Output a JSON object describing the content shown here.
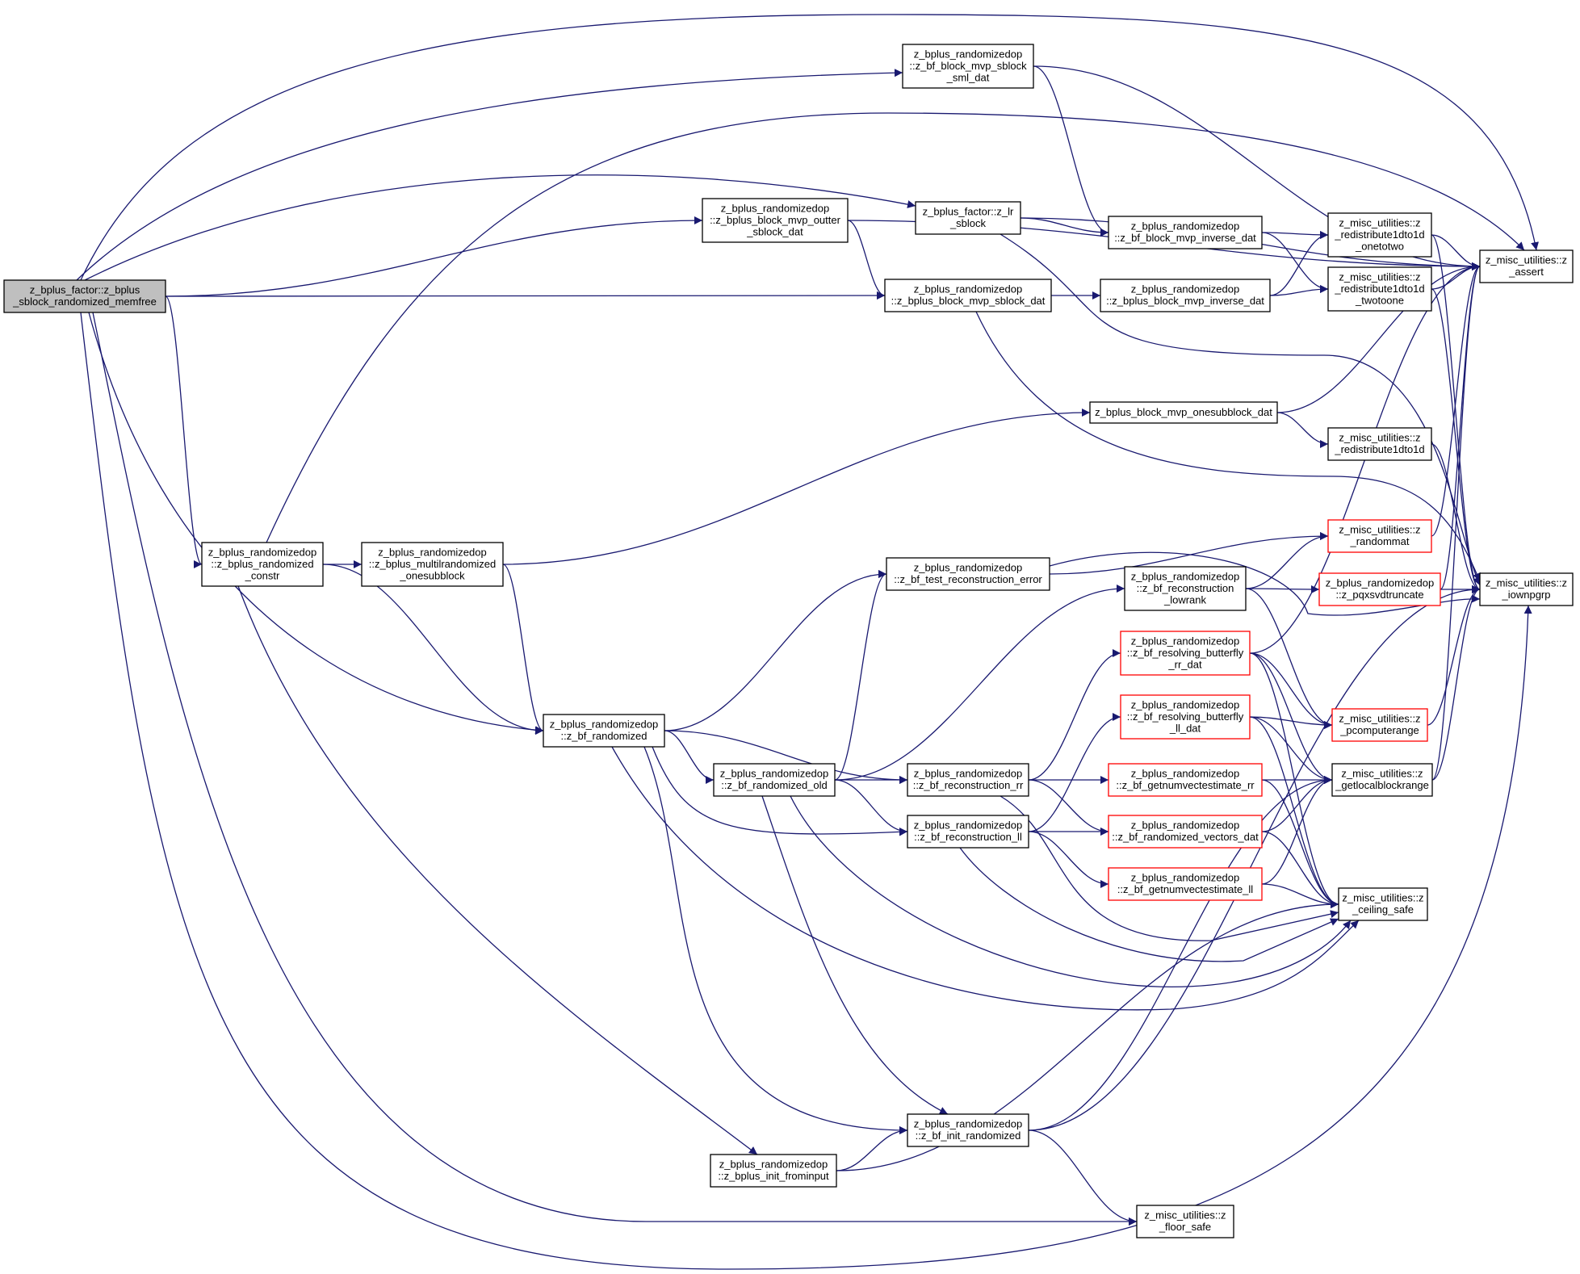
{
  "nodes": [
    {
      "id": "memfree",
      "lines": [
        "z_bplus_factor::z_bplus",
        "_sblock_randomized_memfree"
      ],
      "style": "root"
    },
    {
      "id": "sml",
      "lines": [
        "z_bplus_randomizedop",
        "::z_bf_block_mvp_sblock",
        "_sml_dat"
      ],
      "style": "normal"
    },
    {
      "id": "assert",
      "lines": [
        "z_misc_utilities::z",
        "_assert"
      ],
      "style": "normal"
    },
    {
      "id": "outter",
      "lines": [
        "z_bplus_randomizedop",
        "::z_bplus_block_mvp_outter",
        "_sblock_dat"
      ],
      "style": "normal"
    },
    {
      "id": "lr",
      "lines": [
        "z_bplus_factor::z_lr",
        "_sblock"
      ],
      "style": "normal"
    },
    {
      "id": "bfinv",
      "lines": [
        "z_bplus_randomizedop",
        "::z_bf_block_mvp_inverse_dat"
      ],
      "style": "normal"
    },
    {
      "id": "onetotwo",
      "lines": [
        "z_misc_utilities::z",
        "_redistribute1dto1d",
        "_onetotwo"
      ],
      "style": "normal"
    },
    {
      "id": "sblockdat",
      "lines": [
        "z_bplus_randomizedop",
        "::z_bplus_block_mvp_sblock_dat"
      ],
      "style": "normal"
    },
    {
      "id": "bpinv",
      "lines": [
        "z_bplus_randomizedop",
        "::z_bplus_block_mvp_inverse_dat"
      ],
      "style": "normal"
    },
    {
      "id": "twotoone",
      "lines": [
        "z_misc_utilities::z",
        "_redistribute1dto1d",
        "_twotoone"
      ],
      "style": "normal"
    },
    {
      "id": "onesub",
      "lines": [
        "z_bplus_block_mvp_onesubblock_dat"
      ],
      "style": "normal"
    },
    {
      "id": "redist",
      "lines": [
        "z_misc_utilities::z",
        "_redistribute1dto1d"
      ],
      "style": "normal"
    },
    {
      "id": "constr",
      "lines": [
        "z_bplus_randomizedop",
        "::z_bplus_randomized",
        "_constr"
      ],
      "style": "normal"
    },
    {
      "id": "multil",
      "lines": [
        "z_bplus_randomizedop",
        "::z_bplus_multilrandomized",
        "_onesubblock"
      ],
      "style": "normal"
    },
    {
      "id": "testrec",
      "lines": [
        "z_bplus_randomizedop",
        "::z_bf_test_reconstruction_error"
      ],
      "style": "normal"
    },
    {
      "id": "randommat",
      "lines": [
        "z_misc_utilities::z",
        "_randommat"
      ],
      "style": "red"
    },
    {
      "id": "lowrank",
      "lines": [
        "z_bplus_randomizedop",
        "::z_bf_reconstruction",
        "_lowrank"
      ],
      "style": "normal"
    },
    {
      "id": "pqx",
      "lines": [
        "z_bplus_randomizedop",
        "::z_pqxsvdtruncate"
      ],
      "style": "red"
    },
    {
      "id": "iownpgrp",
      "lines": [
        "z_misc_utilities::z",
        "_iownpgrp"
      ],
      "style": "normal"
    },
    {
      "id": "resrr",
      "lines": [
        "z_bplus_randomizedop",
        "::z_bf_resolving_butterfly",
        "_rr_dat"
      ],
      "style": "red"
    },
    {
      "id": "resll",
      "lines": [
        "z_bplus_randomizedop",
        "::z_bf_resolving_butterfly",
        "_ll_dat"
      ],
      "style": "red"
    },
    {
      "id": "pcomp",
      "lines": [
        "z_misc_utilities::z",
        "_pcomputerange"
      ],
      "style": "red"
    },
    {
      "id": "bfrand",
      "lines": [
        "z_bplus_randomizedop",
        "::z_bf_randomized"
      ],
      "style": "normal"
    },
    {
      "id": "old",
      "lines": [
        "z_bplus_randomizedop",
        "::z_bf_randomized_old"
      ],
      "style": "normal"
    },
    {
      "id": "recrr",
      "lines": [
        "z_bplus_randomizedop",
        "::z_bf_reconstruction_rr"
      ],
      "style": "normal"
    },
    {
      "id": "getrr",
      "lines": [
        "z_bplus_randomizedop",
        "::z_bf_getnumvectestimate_rr"
      ],
      "style": "red"
    },
    {
      "id": "getlocal",
      "lines": [
        "z_misc_utilities::z",
        "_getlocalblockrange"
      ],
      "style": "normal"
    },
    {
      "id": "recll",
      "lines": [
        "z_bplus_randomizedop",
        "::z_bf_reconstruction_ll"
      ],
      "style": "normal"
    },
    {
      "id": "vecdat",
      "lines": [
        "z_bplus_randomizedop",
        "::z_bf_randomized_vectors_dat"
      ],
      "style": "red"
    },
    {
      "id": "getll",
      "lines": [
        "z_bplus_randomizedop",
        "::z_bf_getnumvectestimate_ll"
      ],
      "style": "red"
    },
    {
      "id": "ceiling",
      "lines": [
        "z_misc_utilities::z",
        "_ceiling_safe"
      ],
      "style": "normal"
    },
    {
      "id": "init",
      "lines": [
        "z_bplus_randomizedop",
        "::z_bf_init_randomized"
      ],
      "style": "normal"
    },
    {
      "id": "frominput",
      "lines": [
        "z_bplus_randomizedop",
        "::z_bplus_init_frominput"
      ],
      "style": "normal"
    },
    {
      "id": "floor",
      "lines": [
        "z_misc_utilities::z",
        "_floor_safe"
      ],
      "style": "normal"
    }
  ],
  "edges": [
    {
      "from": "memfree",
      "to": "assert"
    },
    {
      "from": "memfree",
      "to": "sml"
    },
    {
      "from": "memfree",
      "to": "lr"
    },
    {
      "from": "memfree",
      "to": "outter"
    },
    {
      "from": "memfree",
      "to": "sblockdat"
    },
    {
      "from": "memfree",
      "to": "constr"
    },
    {
      "from": "memfree",
      "to": "bfrand"
    },
    {
      "from": "memfree",
      "to": "floor"
    },
    {
      "from": "memfree",
      "to": "iownpgrp"
    },
    {
      "from": "sml",
      "to": "assert"
    },
    {
      "from": "sml",
      "to": "bfinv"
    },
    {
      "from": "outter",
      "to": "assert"
    },
    {
      "from": "outter",
      "to": "sblockdat"
    },
    {
      "from": "lr",
      "to": "assert"
    },
    {
      "from": "lr",
      "to": "bfinv"
    },
    {
      "from": "lr",
      "to": "iownpgrp"
    },
    {
      "from": "bfinv",
      "to": "onetotwo"
    },
    {
      "from": "bfinv",
      "to": "twotoone"
    },
    {
      "from": "sblockdat",
      "to": "bpinv"
    },
    {
      "from": "sblockdat",
      "to": "iownpgrp"
    },
    {
      "from": "bpinv",
      "to": "onetotwo"
    },
    {
      "from": "bpinv",
      "to": "twotoone"
    },
    {
      "from": "onetotwo",
      "to": "assert"
    },
    {
      "from": "onetotwo",
      "to": "iownpgrp"
    },
    {
      "from": "twotoone",
      "to": "assert"
    },
    {
      "from": "twotoone",
      "to": "iownpgrp"
    },
    {
      "from": "onesub",
      "to": "assert"
    },
    {
      "from": "onesub",
      "to": "redist"
    },
    {
      "from": "redist",
      "to": "iownpgrp"
    },
    {
      "from": "constr",
      "to": "assert"
    },
    {
      "from": "constr",
      "to": "multil"
    },
    {
      "from": "constr",
      "to": "bfrand"
    },
    {
      "from": "constr",
      "to": "frominput"
    },
    {
      "from": "multil",
      "to": "onesub"
    },
    {
      "from": "multil",
      "to": "bfrand"
    },
    {
      "from": "testrec",
      "to": "randommat"
    },
    {
      "from": "testrec",
      "to": "iownpgrp"
    },
    {
      "from": "randommat",
      "to": "assert"
    },
    {
      "from": "lowrank",
      "to": "randommat"
    },
    {
      "from": "lowrank",
      "to": "pqx"
    },
    {
      "from": "lowrank",
      "to": "pcomp"
    },
    {
      "from": "pqx",
      "to": "iownpgrp"
    },
    {
      "from": "pqx",
      "to": "assert"
    },
    {
      "from": "resrr",
      "to": "assert"
    },
    {
      "from": "resrr",
      "to": "pcomp"
    },
    {
      "from": "resrr",
      "to": "getlocal"
    },
    {
      "from": "resrr",
      "to": "ceiling"
    },
    {
      "from": "resll",
      "to": "pcomp"
    },
    {
      "from": "resll",
      "to": "getlocal"
    },
    {
      "from": "resll",
      "to": "ceiling"
    },
    {
      "from": "pcomp",
      "to": "iownpgrp"
    },
    {
      "from": "bfrand",
      "to": "testrec"
    },
    {
      "from": "bfrand",
      "to": "old"
    },
    {
      "from": "bfrand",
      "to": "recrr"
    },
    {
      "from": "bfrand",
      "to": "recll"
    },
    {
      "from": "bfrand",
      "to": "init"
    },
    {
      "from": "bfrand",
      "to": "ceiling"
    },
    {
      "from": "old",
      "to": "testrec"
    },
    {
      "from": "old",
      "to": "lowrank"
    },
    {
      "from": "old",
      "to": "recrr"
    },
    {
      "from": "old",
      "to": "recll"
    },
    {
      "from": "old",
      "to": "init"
    },
    {
      "from": "old",
      "to": "ceiling"
    },
    {
      "from": "recrr",
      "to": "resrr"
    },
    {
      "from": "recrr",
      "to": "getrr"
    },
    {
      "from": "recrr",
      "to": "vecdat"
    },
    {
      "from": "recrr",
      "to": "ceiling"
    },
    {
      "from": "recll",
      "to": "resll"
    },
    {
      "from": "recll",
      "to": "vecdat"
    },
    {
      "from": "recll",
      "to": "getll"
    },
    {
      "from": "recll",
      "to": "ceiling"
    },
    {
      "from": "getrr",
      "to": "getlocal"
    },
    {
      "from": "getrr",
      "to": "ceiling"
    },
    {
      "from": "vecdat",
      "to": "getlocal"
    },
    {
      "from": "vecdat",
      "to": "ceiling"
    },
    {
      "from": "getll",
      "to": "getlocal"
    },
    {
      "from": "getll",
      "to": "ceiling"
    },
    {
      "from": "getlocal",
      "to": "assert"
    },
    {
      "from": "getlocal",
      "to": "iownpgrp"
    },
    {
      "from": "init",
      "to": "getlocal"
    },
    {
      "from": "init",
      "to": "iownpgrp"
    },
    {
      "from": "init",
      "to": "floor"
    },
    {
      "from": "frominput",
      "to": "init"
    },
    {
      "from": "frominput",
      "to": "ceiling"
    }
  ],
  "colors": {
    "edge": "#191970",
    "node_border": "#000000",
    "node_border_incomplete": "#ff0000",
    "root_fill": "#bfbfbf"
  }
}
